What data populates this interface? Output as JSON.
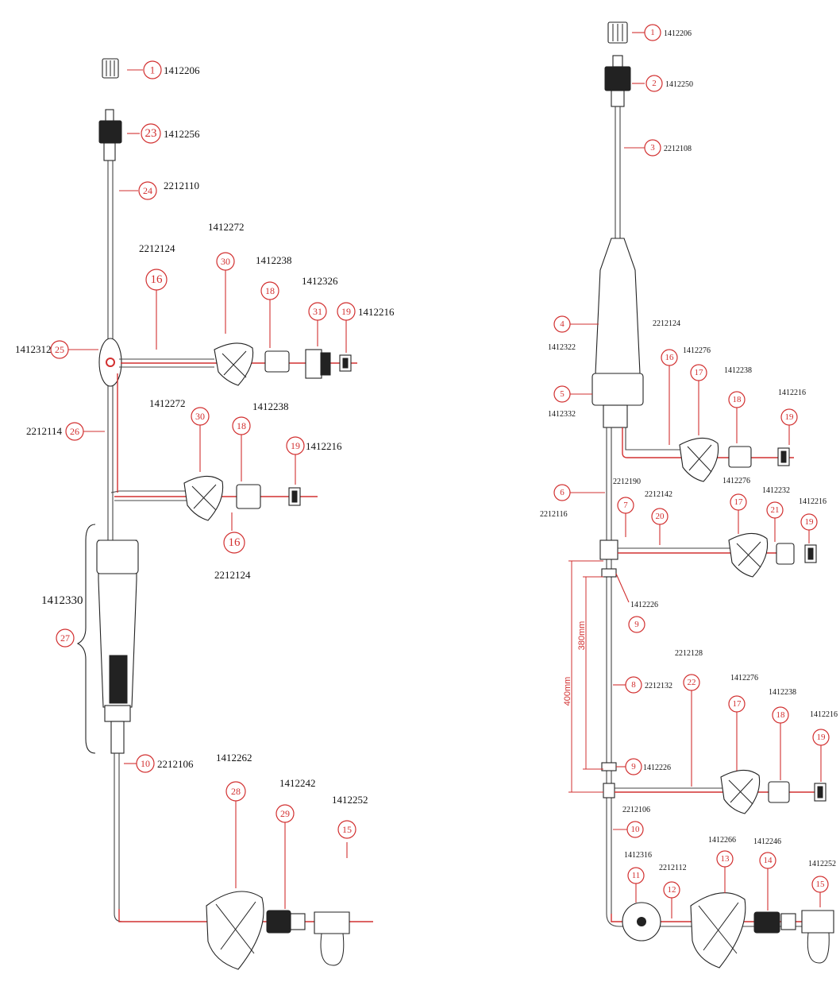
{
  "left_assembly": {
    "callouts": [
      {
        "id": "1",
        "part": "1412206"
      },
      {
        "id": "23",
        "part": "1412256"
      },
      {
        "id": "24",
        "part": "2212110"
      },
      {
        "id": "16",
        "part": "2212124"
      },
      {
        "id": "30",
        "part": "1412272"
      },
      {
        "id": "18",
        "part": "1412238"
      },
      {
        "id": "31",
        "part": "1412326"
      },
      {
        "id": "19",
        "part": "1412216"
      },
      {
        "id": "25",
        "part": "1412312"
      },
      {
        "id": "26",
        "part": "2212114"
      },
      {
        "id": "30",
        "part": "1412272"
      },
      {
        "id": "18",
        "part": "1412238"
      },
      {
        "id": "19",
        "part": "1412216"
      },
      {
        "id": "16",
        "part": "2212124"
      },
      {
        "id": "27",
        "part": "1412330"
      },
      {
        "id": "10",
        "part": "2212106"
      },
      {
        "id": "28",
        "part": "1412262"
      },
      {
        "id": "29",
        "part": "1412242"
      },
      {
        "id": "15",
        "part": "1412252"
      }
    ]
  },
  "right_assembly": {
    "callouts": [
      {
        "id": "1",
        "part": "1412206"
      },
      {
        "id": "2",
        "part": "1412250"
      },
      {
        "id": "3",
        "part": "2212108"
      },
      {
        "id": "4",
        "part": "1412322"
      },
      {
        "id": "5",
        "part": "1412332"
      },
      {
        "id": "16",
        "part": "2212124"
      },
      {
        "id": "17",
        "part": "1412276"
      },
      {
        "id": "18",
        "part": "1412238"
      },
      {
        "id": "19",
        "part": "1412216"
      },
      {
        "id": "6",
        "part": "2212116"
      },
      {
        "id": "7",
        "part": "2212190"
      },
      {
        "id": "20",
        "part": "2212142"
      },
      {
        "id": "17",
        "part": "1412276"
      },
      {
        "id": "21",
        "part": "1412232"
      },
      {
        "id": "19",
        "part": "1412216"
      },
      {
        "id": "9",
        "part": "1412226"
      },
      {
        "id": "8",
        "part": "2212132"
      },
      {
        "id": "22",
        "part": "2212128"
      },
      {
        "id": "17",
        "part": "1412276"
      },
      {
        "id": "18",
        "part": "1412238"
      },
      {
        "id": "19",
        "part": "1412216"
      },
      {
        "id": "9",
        "part": "1412226"
      },
      {
        "id": "10",
        "part": "2212106"
      },
      {
        "id": "11",
        "part": "1412316"
      },
      {
        "id": "12",
        "part": "2212112"
      },
      {
        "id": "13",
        "part": "1412266"
      },
      {
        "id": "14",
        "part": "1412246"
      },
      {
        "id": "15",
        "part": "1412252"
      }
    ],
    "dimensions": {
      "outer": "400mm",
      "inner": "380mm"
    }
  }
}
